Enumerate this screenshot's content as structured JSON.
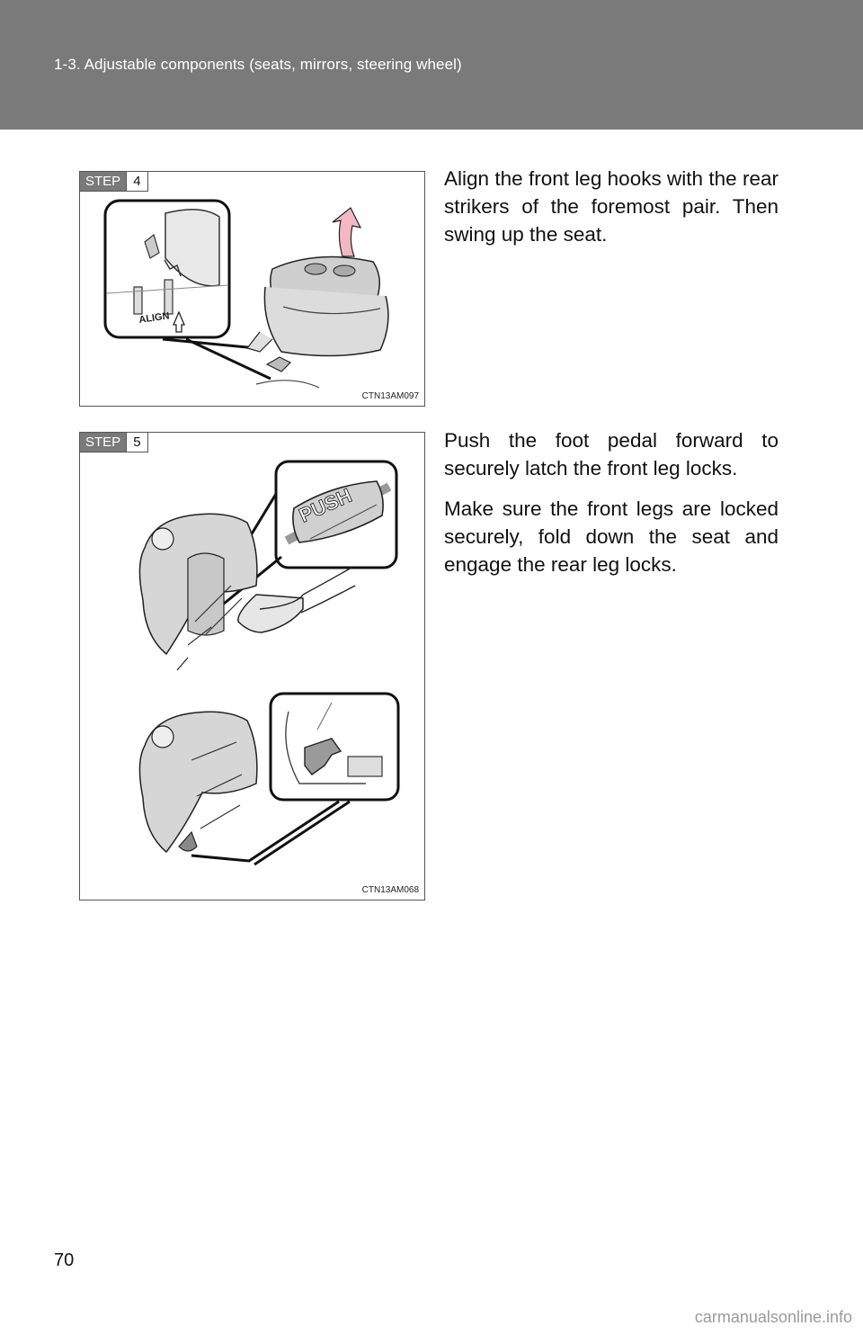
{
  "header": {
    "title": "1-3. Adjustable components (seats, mirrors, steering wheel)"
  },
  "steps": [
    {
      "step_label": "STEP",
      "step_number": "4",
      "image_code": "CTN13AM097",
      "inset_label": "ALIGN",
      "paragraphs": [
        "Align the front leg hooks with the rear strikers of the foremost pair. Then swing up the seat."
      ]
    },
    {
      "step_label": "STEP",
      "step_number": "5",
      "image_code": "CTN13AM068",
      "inset_label": "PUSH",
      "paragraphs": [
        "Push the foot pedal forward to securely latch the front leg locks.",
        "Make sure the front legs are locked securely, fold down the seat and engage the rear leg locks."
      ]
    }
  ],
  "page_number": "70",
  "watermark": "carmanualsonline.info",
  "colors": {
    "header": "#7a7a7a",
    "arrow": "#f2b8c4"
  }
}
